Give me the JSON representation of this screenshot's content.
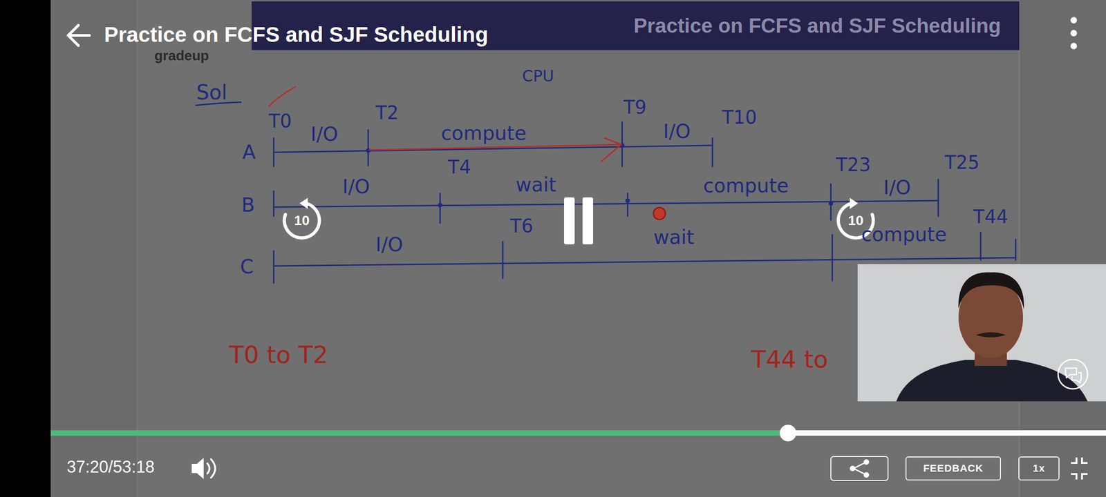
{
  "diagram": {
    "title": "Practice on FCFS and SJF Scheduling",
    "nodes": [
      {
        "text": [
          "Practice on FCFS and SJF Scheduling"
        ]
      },
      {
        "text": [
          "10"
        ]
      },
      {
        "text": [
          "10"
        ]
      },
      {
        "text": [
          "FEEDBACK"
        ]
      },
      {
        "text": [
          "1x"
        ]
      }
    ],
    "labels": [
      "gradeup",
      "Sol",
      "CPU",
      "A",
      "T0",
      "I/O",
      "T2",
      "compute",
      "T9",
      "I/O",
      "T10",
      "B",
      "I/O",
      "T4",
      "wait",
      "compute",
      "T23",
      "I/O",
      "T25",
      "C",
      "I/O",
      "T6",
      "wait",
      "compute",
      "T44",
      "T0 to T2",
      "T44 to",
      "37:20/53:18"
    ]
  }
}
